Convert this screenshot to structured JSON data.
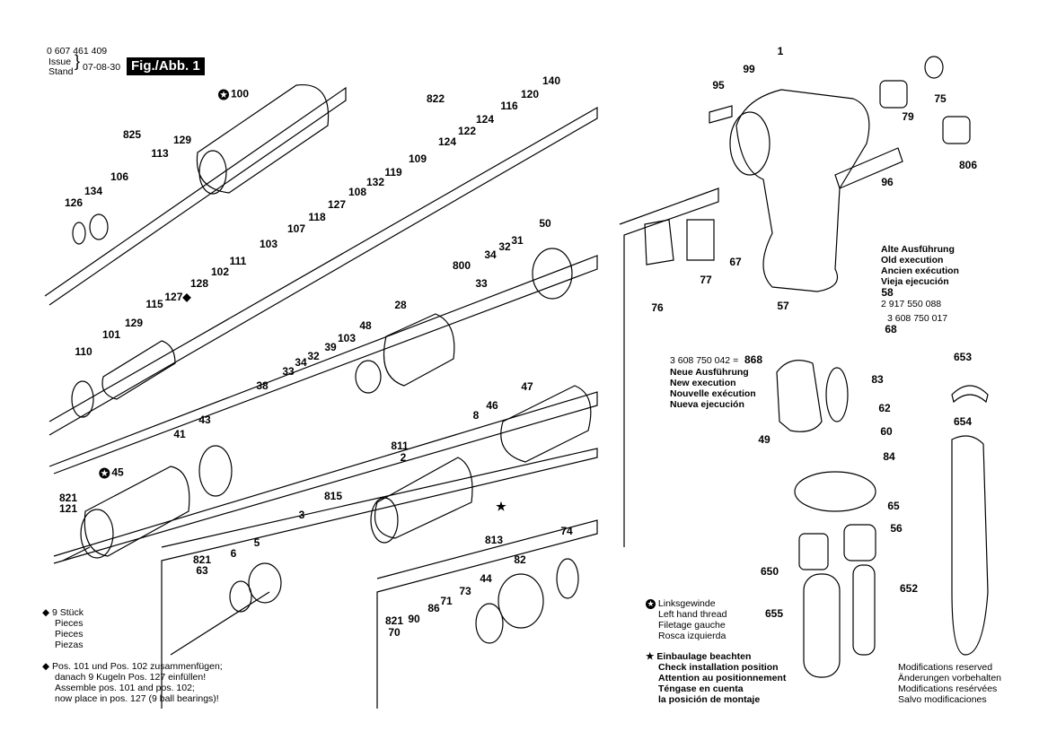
{
  "header": {
    "doc_number": "0 607 461 409",
    "issue_label_1": "Issue",
    "issue_label_2": "Stand",
    "issue_date": "07-08-30",
    "figure": "Fig./Abb. 1"
  },
  "part_labels": [
    "825",
    "129",
    "113",
    "106",
    "134",
    "126",
    "100",
    "822",
    "140",
    "120",
    "116",
    "124",
    "122",
    "124",
    "109",
    "119",
    "132",
    "108",
    "127",
    "118",
    "107",
    "103",
    "111",
    "102",
    "128",
    "115",
    "127",
    "129",
    "101",
    "110",
    "50",
    "31",
    "32",
    "34",
    "800",
    "33",
    "28",
    "48",
    "103",
    "39",
    "32",
    "34",
    "33",
    "38",
    "47",
    "46",
    "8",
    "43",
    "41",
    "811",
    "2",
    "45",
    "821",
    "121",
    "815",
    "3",
    "5",
    "6",
    "821",
    "63",
    "813",
    "74",
    "82",
    "44",
    "73",
    "71",
    "86",
    "90",
    "821",
    "70",
    "1",
    "99",
    "95",
    "75",
    "79",
    "806",
    "96",
    "76",
    "77",
    "67",
    "57",
    "58",
    "68",
    "868",
    "83",
    "62",
    "60",
    "84",
    "49",
    "653",
    "654",
    "65",
    "56",
    "650",
    "652",
    "655"
  ],
  "old_execution": {
    "lines": [
      "Alte Ausführung",
      "Old execution",
      "Ancien exécution",
      "Vieja ejecución"
    ],
    "part_58_number": "2 917 550 088",
    "part_68_number": "3 608 750 017"
  },
  "new_execution": {
    "part_868_number": "3 608 750 042 =",
    "lines": [
      "Neue Ausführung",
      "New execution",
      "Nouvelle exécution",
      "Nueva ejecución"
    ]
  },
  "notes": {
    "pieces": [
      "9 Stück",
      "Pieces",
      "Pieces",
      "Piezas"
    ],
    "assembly": [
      "Pos. 101 und Pos. 102 zusammenfügen;",
      "danach 9 Kugeln Pos. 127 einfüllen!",
      "Assemble pos. 101 and pos. 102;",
      "now place in pos. 127 (9 ball bearings)!"
    ],
    "left_thread": [
      "Linksgewinde",
      "Left hand thread",
      "Filetage gauche",
      "Rosca izquierda"
    ],
    "install_position": [
      "Einbaulage beachten",
      "Check installation position",
      "Attention au positionnement",
      "Téngase en cuenta",
      "la posición de montaje"
    ],
    "modifications": [
      "Modifications reserved",
      "Änderungen vorbehalten",
      "Modifications resérvées",
      "Salvo modificaciones"
    ]
  },
  "symbols": {
    "diamond": "◆",
    "star": "★",
    "left_thread_icon": "circled-star-icon"
  }
}
